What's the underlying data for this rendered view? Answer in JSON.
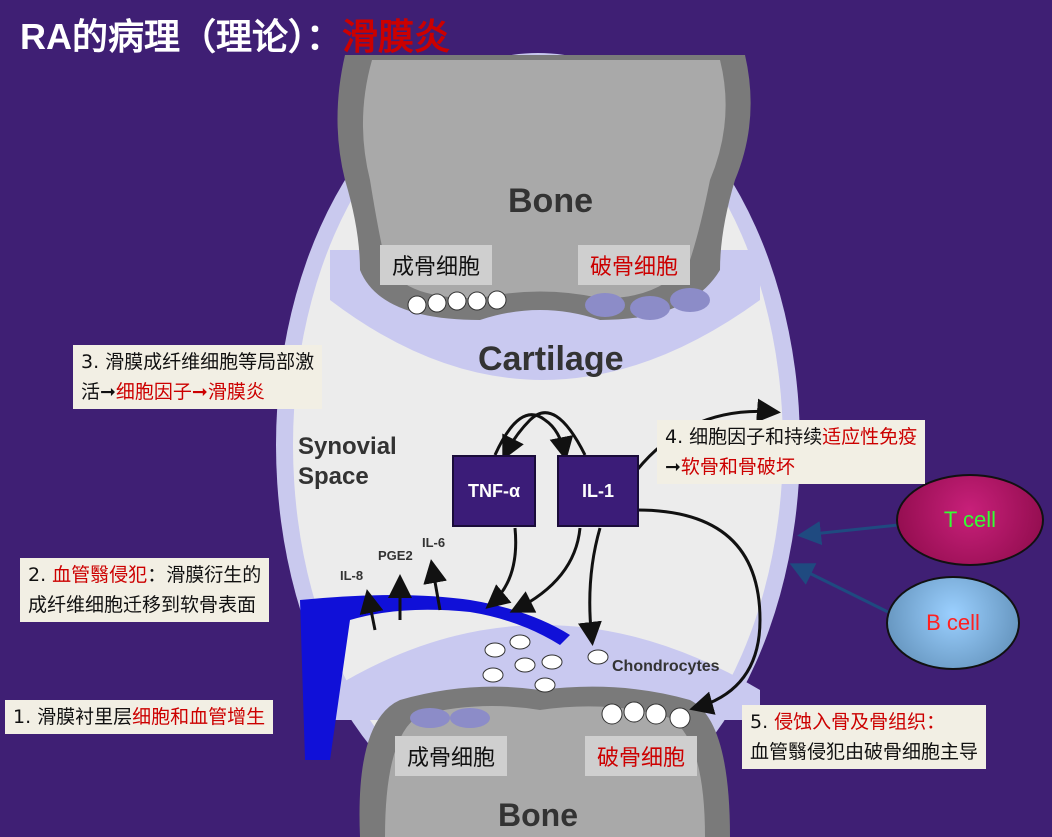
{
  "title": {
    "prefix": "RA的病理（理论）：",
    "highlight": "滑膜炎"
  },
  "diagram": {
    "bone_top": "Bone",
    "bone_bottom": "Bone",
    "cartilage": "Cartilage",
    "synovial_space": "Synovial Space",
    "chondrocytes": "Chondrocytes",
    "tnf": "TNF-α",
    "il1": "IL-1",
    "il8": "IL-8",
    "pge2": "PGE2",
    "il6": "IL-6",
    "osteoblast_top": "成骨细胞",
    "osteoclast_top": "破骨细胞",
    "osteoblast_bottom": "成骨细胞",
    "osteoclast_bottom": "破骨细胞",
    "t_cell": "T cell",
    "b_cell": "B cell"
  },
  "notes": {
    "n1": {
      "prefix": "1. 滑膜衬里层",
      "highlight": "细胞和血管增生"
    },
    "n2": {
      "prefix": "2. ",
      "highlight": "血管翳侵犯",
      "suffix": "：滑膜衍生的",
      "line2": "成纤维细胞迁移到软骨表面"
    },
    "n3": {
      "line1": "3. 滑膜成纤维细胞等局部激",
      "line2_prefix": "活➞",
      "line2_highlight": "细胞因子➞滑膜炎"
    },
    "n4": {
      "prefix": "4. 细胞因子和持续",
      "highlight": "适应性免疫",
      "line2_arrow": "➞",
      "line2_highlight": "软骨和骨破坏"
    },
    "n5": {
      "prefix": "5. ",
      "highlight": "侵蚀入骨及骨组织：",
      "line2": "血管翳侵犯由破骨细胞主导"
    }
  },
  "colors": {
    "background": "#3f1f74",
    "accent": "#cc0000",
    "t_cell": "#b0105f",
    "b_cell": "#7fb6e6"
  }
}
